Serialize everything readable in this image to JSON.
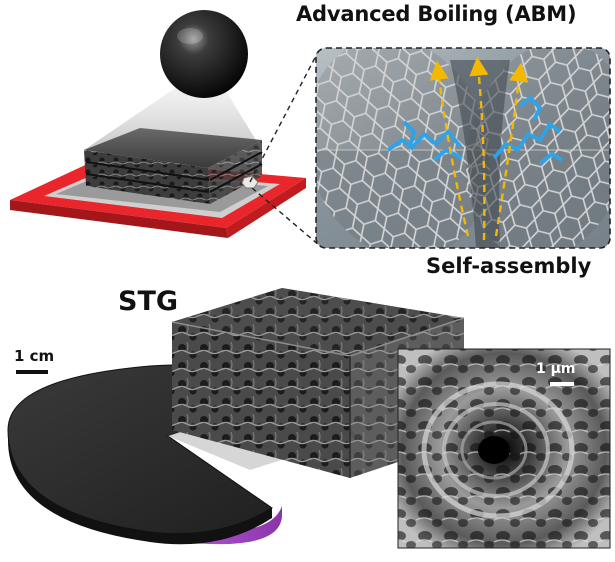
{
  "labels": {
    "advanced_boiling": "Advanced Boiling (ABM)",
    "self_assembly": "Self-assembly",
    "stg": "STG",
    "scale_cm": "1 cm",
    "scale_um": "1 μm"
  },
  "colors": {
    "substrate_red": "#e8262b",
    "foam_dark": "#2a2a2a",
    "wafer_dark": "#333333",
    "wafer_edge_purple": "#b147d6",
    "bubble_black": "#0d0d0d",
    "flow_arrow_yellow": "#f5b800",
    "molecule_blue": "#2fa3e6"
  },
  "icons": [
    "sphere-bubble",
    "graphene-foam-block",
    "red-substrate",
    "zoom-inset",
    "sem-micrograph",
    "graphene-wafer"
  ]
}
